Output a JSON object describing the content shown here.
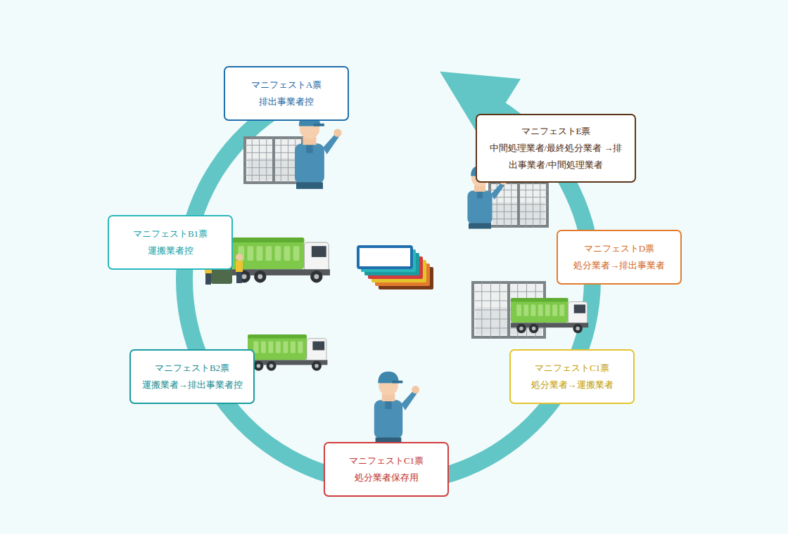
{
  "diagram": {
    "nodes": [
      {
        "text": [
          "マニフェストA票",
          "排出事業者控"
        ]
      },
      {
        "text": [
          "マニフェストE票",
          "中間処理業者/最終処分業者 →排出事業者/中間処理業者"
        ]
      },
      {
        "text": [
          "マニフェストB1票",
          "運搬業者控"
        ]
      },
      {
        "text": [
          "マニフェストD票",
          "処分業者→排出事業者"
        ]
      },
      {
        "text": [
          "マニフェストB2票",
          "運搬業者→排出事業者控"
        ]
      },
      {
        "text": [
          "マニフェストC1票",
          "処分業者→運搬業者"
        ]
      },
      {
        "text": [
          "マニフェストC1票",
          "処分業者保存用"
        ]
      }
    ]
  }
}
